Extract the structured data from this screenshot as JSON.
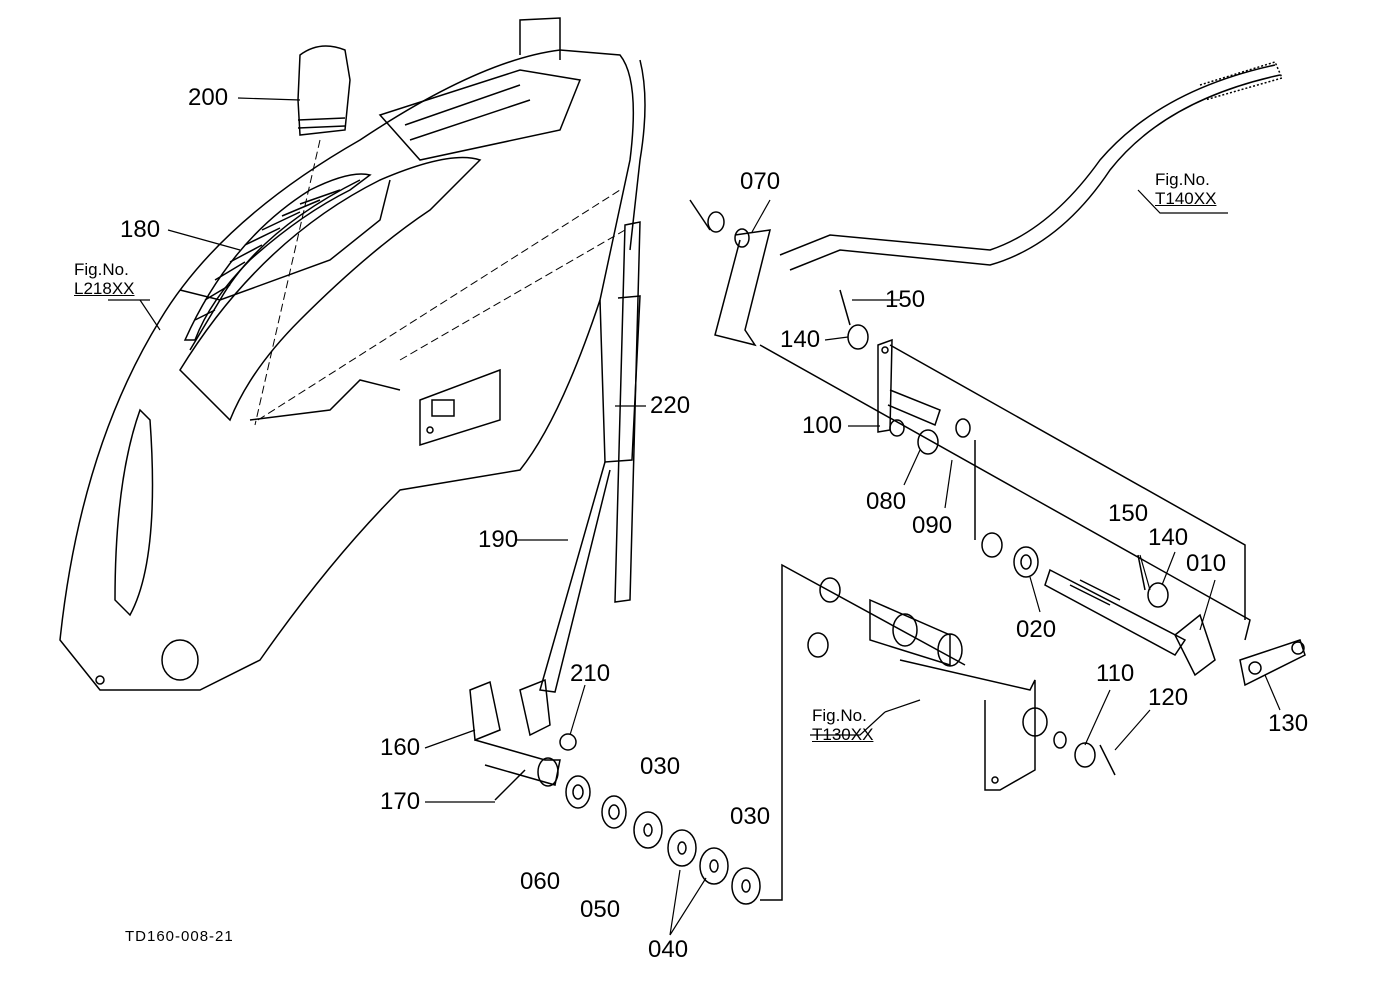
{
  "diagram": {
    "title_code": "TD160-008-21",
    "part_labels": [
      {
        "id": "200",
        "text": "200"
      },
      {
        "id": "180",
        "text": "180"
      },
      {
        "id": "220",
        "text": "220"
      },
      {
        "id": "190",
        "text": "190"
      },
      {
        "id": "210",
        "text": "210"
      },
      {
        "id": "160",
        "text": "160"
      },
      {
        "id": "170",
        "text": "170"
      },
      {
        "id": "060",
        "text": "060"
      },
      {
        "id": "050",
        "text": "050"
      },
      {
        "id": "030a",
        "text": "030"
      },
      {
        "id": "030b",
        "text": "030"
      },
      {
        "id": "040",
        "text": "040"
      },
      {
        "id": "070",
        "text": "070"
      },
      {
        "id": "150a",
        "text": "150"
      },
      {
        "id": "140a",
        "text": "140"
      },
      {
        "id": "100",
        "text": "100"
      },
      {
        "id": "080",
        "text": "080"
      },
      {
        "id": "090",
        "text": "090"
      },
      {
        "id": "150b",
        "text": "150"
      },
      {
        "id": "140b",
        "text": "140"
      },
      {
        "id": "010",
        "text": "010"
      },
      {
        "id": "020",
        "text": "020"
      },
      {
        "id": "110",
        "text": "110"
      },
      {
        "id": "120",
        "text": "120"
      },
      {
        "id": "130",
        "text": "130"
      }
    ],
    "fig_refs": [
      {
        "caption": "Fig.No.",
        "number": "L218XX"
      },
      {
        "caption": "Fig.No.",
        "number": "T140XX"
      },
      {
        "caption": "Fig.No.",
        "number": "T130XX"
      }
    ]
  }
}
